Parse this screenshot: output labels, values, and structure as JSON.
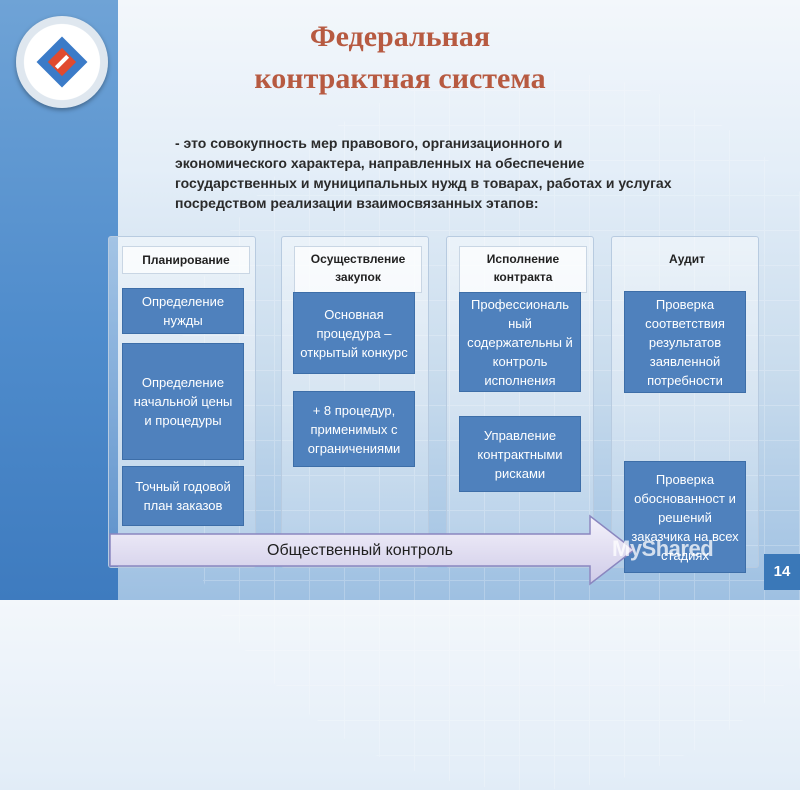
{
  "slide": {
    "title_line1": "Федеральная",
    "title_line2": "контрактная система",
    "definition": "- это совокупность мер правового, организационного и экономического характера, направленных на обеспечение государственных и муниципальных нужд в товарах, работах и услугах посредством реализации взаимосвязанных этапов:",
    "page_number": "14"
  },
  "stages": [
    {
      "heading": "Планирование",
      "boxes": [
        "Определение нужды",
        "Определение начальной цены и процедуры",
        "Точный годовой план заказов"
      ]
    },
    {
      "heading": "Осуществление закупок",
      "boxes": [
        "Основная процедура – открытый конкурс",
        "+ 8 процедур, применимых с ограничениями"
      ]
    },
    {
      "heading": "Исполнение контракта",
      "boxes": [
        "Профессиональ ный содержательны й контроль исполнения",
        "Управление контрактными рисками"
      ]
    },
    {
      "heading": "Аудит",
      "boxes": [
        "Проверка соответствия результатов заявленной потребности",
        "Проверка обоснованност и решений заказчика на всех стадиях"
      ]
    }
  ],
  "arrow": {
    "label": "Общественный контроль"
  },
  "watermark": {
    "text": "MyShared"
  },
  "colors": {
    "title": "#b75a41",
    "box": "#4f81bd",
    "accent": "#3a78b8"
  },
  "icons": [
    "logo-emblem-icon",
    "presentation-icon"
  ]
}
